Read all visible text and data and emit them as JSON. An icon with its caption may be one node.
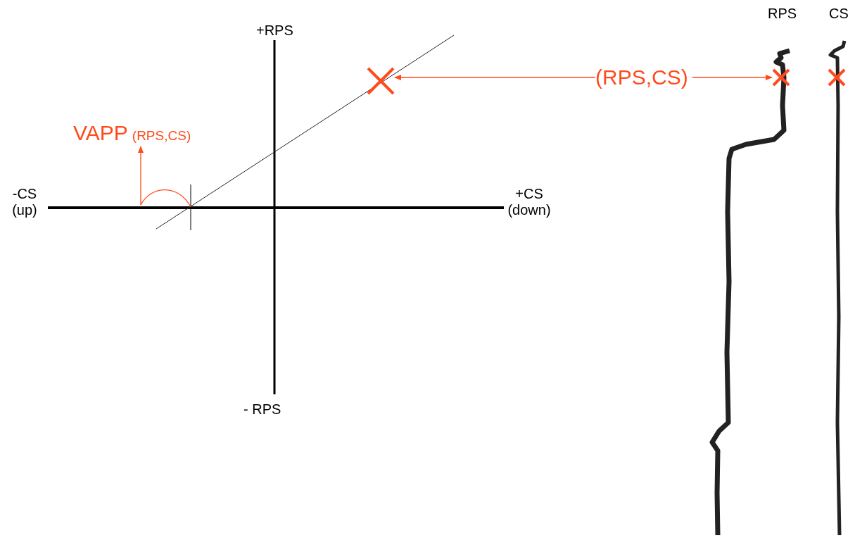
{
  "diagram": {
    "nodes": [
      {
        "text": [],
        "shape": "cross"
      },
      {
        "text": [
          "(RPS,CS)"
        ]
      },
      {
        "text": [],
        "shape": "cross"
      },
      {
        "text": [],
        "shape": "cross"
      },
      {
        "text": [
          "VAPP",
          "(RPS,CS)"
        ]
      },
      {
        "text": [],
        "shape": "curve"
      }
    ],
    "edges": [
      {
        "from": 1,
        "to": 0,
        "arrow": "to"
      },
      {
        "from": 1,
        "to": 2,
        "arrow": "to"
      },
      {
        "from": 5,
        "to": 4,
        "arrow": "to"
      }
    ],
    "labels": [
      "RPS",
      "CS",
      "+RPS",
      "-CS (up)",
      "+CS (down)",
      "- RPS"
    ]
  }
}
